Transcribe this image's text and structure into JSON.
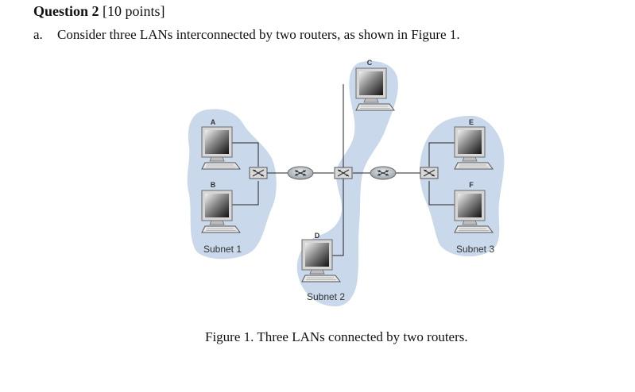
{
  "question": {
    "title": "Question 2",
    "points": "[10 points]",
    "part_label": "a.",
    "part_text": "Consider three LANs interconnected by two routers, as shown in Figure 1."
  },
  "figure": {
    "hosts": {
      "a": "A",
      "b": "B",
      "c": "C",
      "d": "D",
      "e": "E",
      "f": "F"
    },
    "subnets": {
      "s1": "Subnet 1",
      "s2": "Subnet 2",
      "s3": "Subnet 3"
    },
    "caption": "Figure 1. Three LANs connected by two routers."
  },
  "colors": {
    "cloud": "#c9d8ea",
    "router": "#a9b0b8",
    "switch": "#d9d9d9"
  }
}
